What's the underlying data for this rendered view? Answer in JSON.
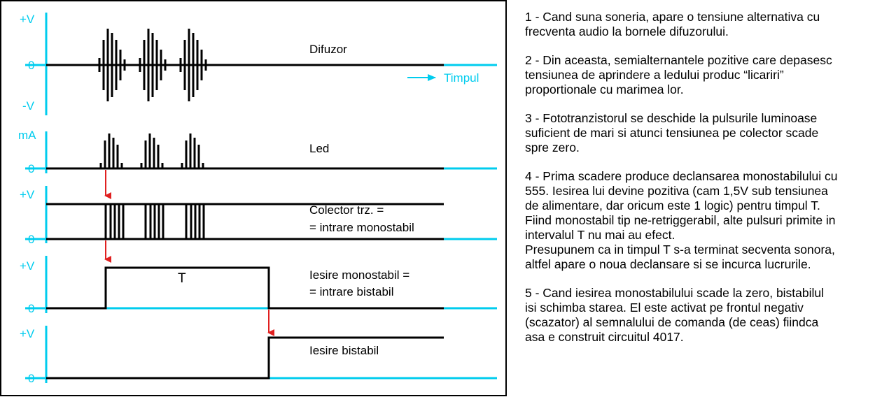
{
  "diagram": {
    "colors": {
      "axis": "#00ccee",
      "signal": "#000000",
      "arrow": "#e02020",
      "frame": "#000000"
    },
    "panels": [
      {
        "id": "difuzor",
        "name": "Difuzor",
        "y_labels": [
          "+V",
          "0",
          "-V"
        ],
        "label_lines": [
          "Difuzor"
        ],
        "time_label": "Timpul"
      },
      {
        "id": "led",
        "name": "Led",
        "y_labels": [
          "mA",
          "0"
        ],
        "label_lines": [
          "Led"
        ]
      },
      {
        "id": "colector",
        "name": "Colector",
        "y_labels": [
          "+V",
          "0"
        ],
        "label_lines": [
          "Colector trz. =",
          "= intrare monostabil"
        ]
      },
      {
        "id": "monostabil",
        "name": "Monostabil",
        "y_labels": [
          "+V",
          "0"
        ],
        "label_lines": [
          "Iesire monostabil =",
          "= intrare bistabil"
        ],
        "pulse_label": "T"
      },
      {
        "id": "bistabil",
        "name": "Bistabil",
        "y_labels": [
          "+V",
          "0"
        ],
        "label_lines": [
          "Iesire bistabil"
        ]
      }
    ]
  },
  "notes": [
    "1 - Cand suna soneria, apare o tensiune alternativa cu\nfrecventa audio la bornele difuzorului.",
    "2 - Din aceasta, semialternantele pozitive care depasesc\ntensiunea de aprindere a ledului produc “licariri”\nproportionale cu marimea lor.",
    "3 - Fototranzistorul se deschide la pulsurile luminoase\nsuficient de mari si atunci tensiunea pe colector scade\nspre zero.",
    "4 - Prima scadere produce declansarea monostabilului cu\n555. Iesirea lui devine pozitiva (cam 1,5V sub tensiunea\nde alimentare, dar oricum este 1 logic) pentru timpul T.\nFiind monostabil tip ne-retriggerabil, alte pulsuri primite in\nintervalul T nu mai au efect.\nPresupunem ca in timpul T s-a terminat secventa sonora,\naltfel apare o noua declansare si se incurca lucrurile.",
    "5 - Cand iesirea monostabilului scade la zero, bistabilul\nisi schimba starea. El este activat pe frontul negativ\n(scazator) al semnalului de comanda (de ceas) fiindca\nasa e construit circuitul 4017."
  ]
}
